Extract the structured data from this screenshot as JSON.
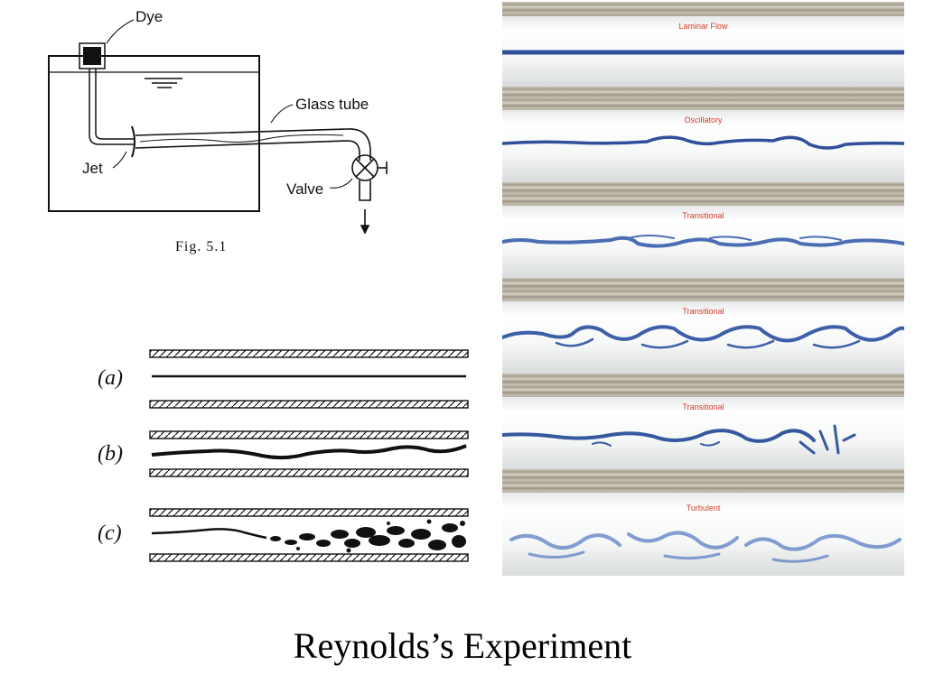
{
  "figure": {
    "labels": {
      "dye": "Dye",
      "glass_tube": "Glass tube",
      "jet": "Jet",
      "valve": "Valve"
    },
    "caption": "Fig. 5.1"
  },
  "flow_cases": [
    "(a)",
    "(b)",
    "(c)"
  ],
  "photo": {
    "tube_labels": [
      "Laminar Flow",
      "Oscillatory",
      "Transitional",
      "Transitional",
      "Transitional",
      "Turbulent"
    ],
    "dye_color": "#2f4f9a"
  },
  "title": "Reynolds’s Experiment"
}
